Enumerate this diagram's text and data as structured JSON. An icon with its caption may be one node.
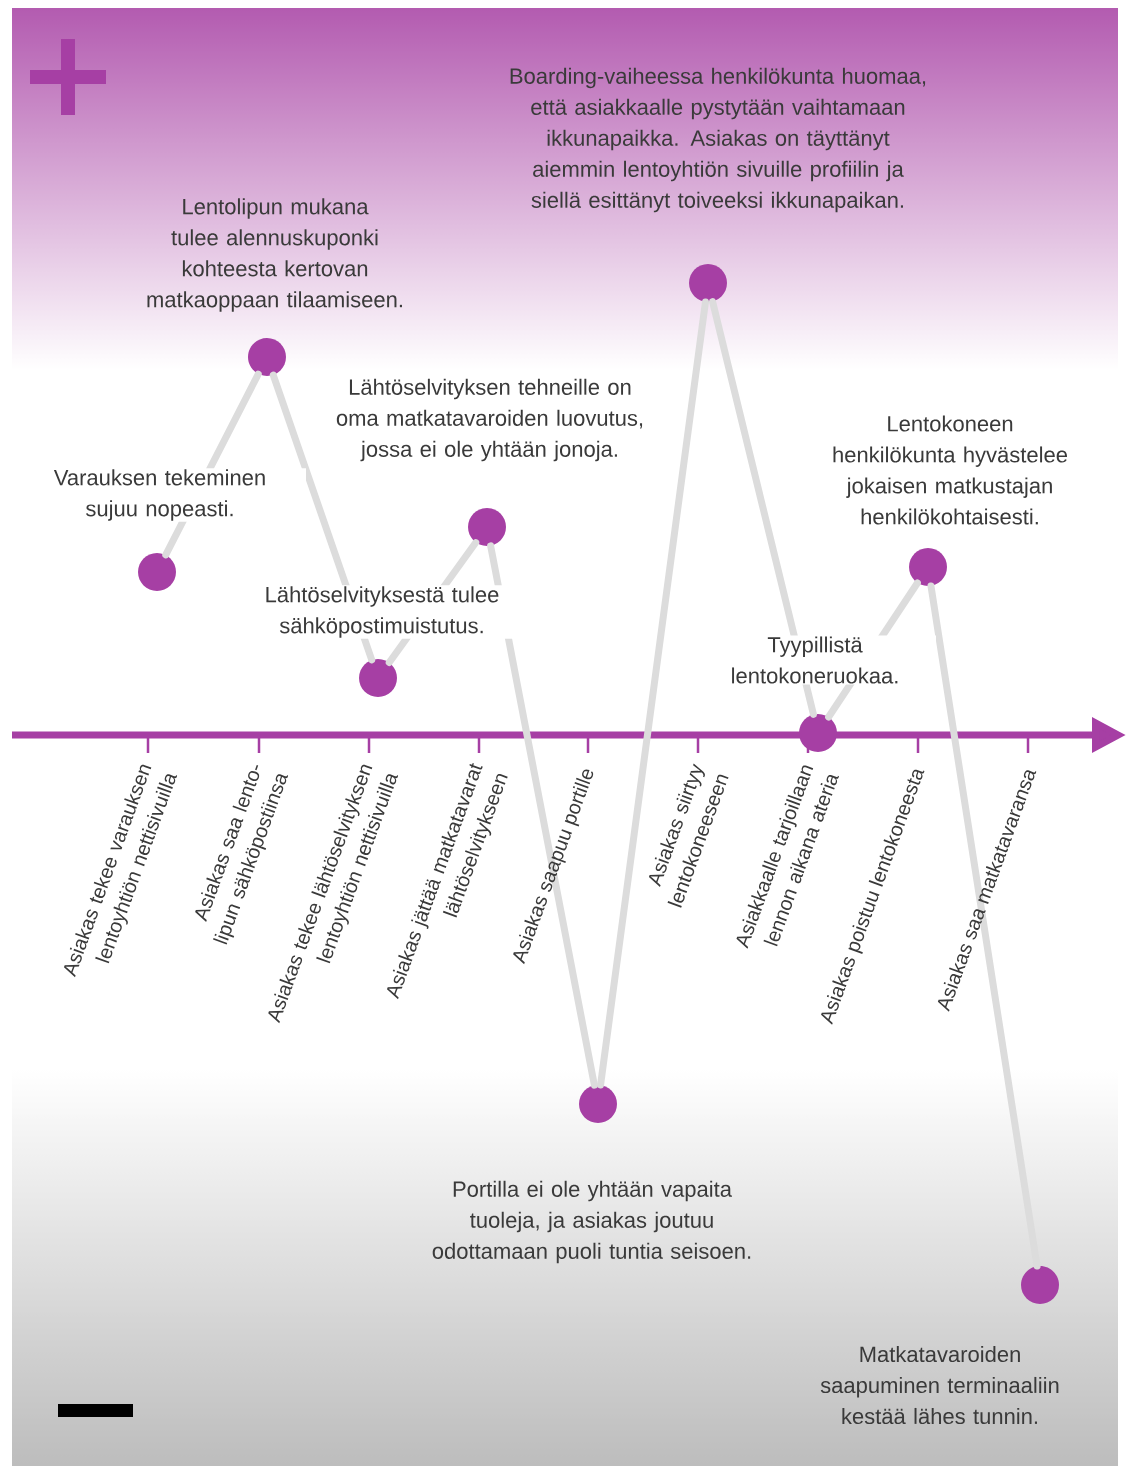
{
  "diagram": {
    "nodes": [
      {
        "text": [],
        "shape": "circle",
        "beside": [
          "Varauksen tekeminen sujuu nopeasti."
        ]
      },
      {
        "text": [],
        "shape": "circle",
        "beside": [
          "Lentolipun mukana tulee alennuskuponki kohteesta kertovan matkaoppaan tilaamiseen."
        ]
      },
      {
        "text": [],
        "shape": "circle",
        "beside": [
          "Lähtöselvityksestä tulee sähköpostimuistutus."
        ]
      },
      {
        "text": [],
        "shape": "circle",
        "beside": [
          "Lähtöselvityksen tehneille on oma matkatavaroiden luovutus, jossa ei ole yhtään jonoja."
        ]
      },
      {
        "text": [],
        "shape": "circle",
        "beside": [
          "Portilla ei ole yhtään vapaita tuoleja, ja asiakas joutuu odottamaan puoli tuntia seisoen."
        ]
      },
      {
        "text": [],
        "shape": "circle",
        "beside": [
          "Boarding-vaiheessa henkilökunta huomaa, että asiakkaalle pystytään vaihtamaan ikkunapaikka. Asiakas on täyttänyt aiemmin lentoyhtiön sivuille profiilin ja siellä esittänyt toiveeksi ikkunapaikan."
        ]
      },
      {
        "text": [],
        "shape": "circle",
        "beside": [
          "Tyypillistä lentokoneruokaa."
        ]
      },
      {
        "text": [],
        "shape": "circle",
        "beside": [
          "Lentokoneen henkilökunta hyvästelee jokaisen matkustajan henkilökohtaisesti."
        ]
      },
      {
        "text": [],
        "shape": "circle",
        "beside": [
          "Matkatavaroiden saapuminen terminaaliin kestää lähes tunnin."
        ]
      }
    ],
    "edges": [
      {
        "from": 0,
        "to": 1,
        "arrow": "none"
      },
      {
        "from": 1,
        "to": 2,
        "arrow": "none"
      },
      {
        "from": 2,
        "to": 3,
        "arrow": "none"
      },
      {
        "from": 3,
        "to": 4,
        "arrow": "none"
      },
      {
        "from": 4,
        "to": 5,
        "arrow": "none"
      },
      {
        "from": 5,
        "to": 6,
        "arrow": "none"
      },
      {
        "from": 6,
        "to": 7,
        "arrow": "none"
      },
      {
        "from": 7,
        "to": 8,
        "arrow": "none"
      }
    ],
    "labels": [
      "Asiakas tekee varauksen lentoyhtiön nettisivuilla",
      "Asiakas saa lento- lipun sähköpostiinsa",
      "Asiakas tekee lähtöselvityksen lentoyhtiön nettisivuilla",
      "Asiakas jättää matkatavarat lähtöselvitykseen",
      "Asiakas saapuu portille",
      "Asiakas siirtyy lentokoneeseen",
      "Asiakkaalle tarjoillaan lennon aikana ateria",
      "Asiakas poistuu lentokoneesta",
      "Asiakas saa matkatavaransa"
    ]
  }
}
